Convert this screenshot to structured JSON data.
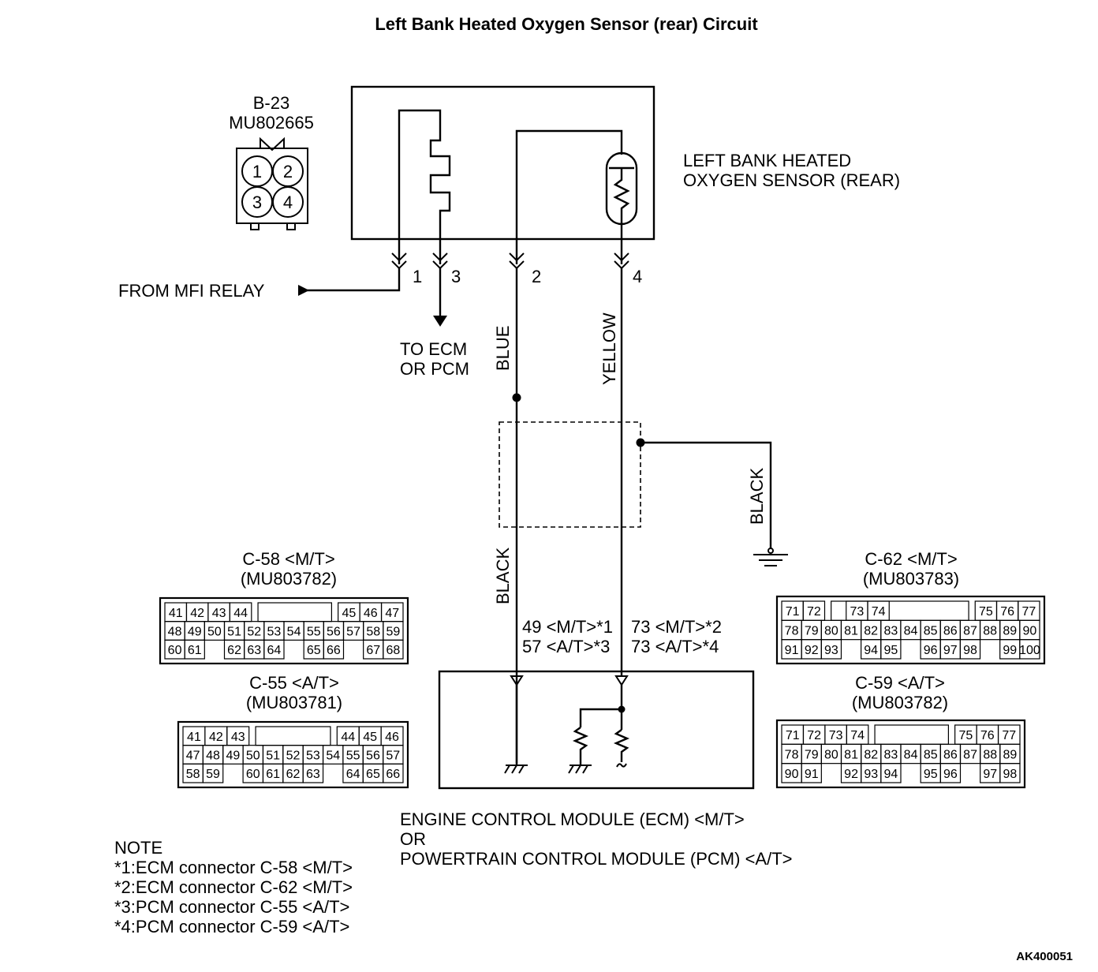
{
  "title": "Left Bank Heated Oxygen Sensor (rear) Circuit",
  "sensor_connector": {
    "id": "B-23",
    "part": "MU802665",
    "pins": [
      "1",
      "2",
      "3",
      "4"
    ]
  },
  "sensor_label": [
    "LEFT BANK HEATED",
    "OXYGEN SENSOR (REAR)"
  ],
  "from_relay": "FROM MFI RELAY",
  "to_ecm": [
    "TO ECM",
    "OR PCM"
  ],
  "pin_numbers": [
    "1",
    "3",
    "2",
    "4"
  ],
  "wire_colors": {
    "blue": "BLUE",
    "yellow": "YELLOW",
    "black_left": "BLACK",
    "black_ground": "BLACK"
  },
  "ecm_terminals": {
    "left": [
      "49 <M/T>*1",
      "57 <A/T>*3"
    ],
    "right": [
      "73 <M/T>*2",
      "73 <A/T>*4"
    ]
  },
  "module_label": [
    "ENGINE CONTROL MODULE (ECM) <M/T>",
    "OR",
    "POWERTRAIN CONTROL MODULE (PCM) <A/T>"
  ],
  "connectors": [
    {
      "id": "c58",
      "title": [
        "C-58 <M/T>",
        "(MU803782)"
      ],
      "rows": [
        [
          "41",
          "42",
          "43",
          "44",
          "",
          "",
          "",
          "",
          "45",
          "46",
          "47"
        ],
        [
          "48",
          "49",
          "50",
          "51",
          "52",
          "53",
          "54",
          "55",
          "56",
          "57",
          "58",
          "59"
        ],
        [
          "60",
          "61",
          "",
          "62",
          "63",
          "64",
          "",
          "65",
          "66",
          "",
          "67",
          "68"
        ]
      ]
    },
    {
      "id": "c55",
      "title": [
        "C-55 <A/T>",
        "(MU803781)"
      ],
      "rows": [
        [
          "41",
          "42",
          "43",
          "",
          "",
          "",
          "",
          "44",
          "45",
          "46"
        ],
        [
          "47",
          "48",
          "49",
          "50",
          "51",
          "52",
          "53",
          "54",
          "55",
          "56",
          "57"
        ],
        [
          "58",
          "59",
          "",
          "60",
          "61",
          "62",
          "63",
          "",
          "64",
          "65",
          "66"
        ]
      ]
    },
    {
      "id": "c62",
      "title": [
        "C-62 <M/T>",
        "(MU803783)"
      ],
      "rows": [
        [
          "71",
          "72",
          "",
          "73",
          "74",
          "",
          "",
          "",
          "",
          "75",
          "76",
          "77"
        ],
        [
          "78",
          "79",
          "80",
          "81",
          "82",
          "83",
          "84",
          "85",
          "86",
          "87",
          "88",
          "89",
          "90"
        ],
        [
          "91",
          "92",
          "93",
          "",
          "94",
          "95",
          "",
          "96",
          "97",
          "98",
          "",
          "99",
          "100"
        ]
      ]
    },
    {
      "id": "c59",
      "title": [
        "C-59 <A/T>",
        "(MU803782)"
      ],
      "rows": [
        [
          "71",
          "72",
          "73",
          "74",
          "",
          "",
          "",
          "",
          "75",
          "76",
          "77"
        ],
        [
          "78",
          "79",
          "80",
          "81",
          "82",
          "83",
          "84",
          "85",
          "86",
          "87",
          "88",
          "89"
        ],
        [
          "90",
          "91",
          "",
          "92",
          "93",
          "94",
          "",
          "95",
          "96",
          "",
          "97",
          "98"
        ]
      ]
    }
  ],
  "note": {
    "heading": "NOTE",
    "lines": [
      "*1:ECM connector C-58 <M/T>",
      "*2:ECM connector C-62 <M/T>",
      "*3:PCM connector C-55 <A/T>",
      "*4:PCM connector C-59 <A/T>"
    ]
  },
  "figure_code": "AK400051"
}
